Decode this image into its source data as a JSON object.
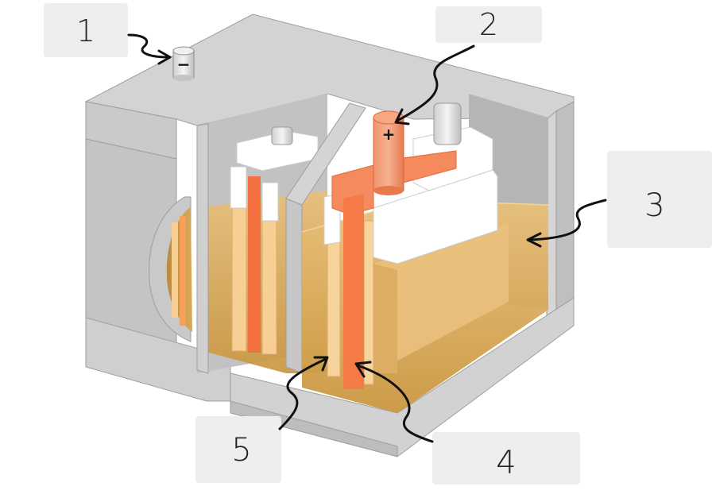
{
  "labels": [
    {
      "id": "1",
      "text": "1"
    },
    {
      "id": "2",
      "text": "2"
    },
    {
      "id": "3",
      "text": "3"
    },
    {
      "id": "4",
      "text": "4"
    },
    {
      "id": "5",
      "text": "5"
    }
  ],
  "terminals": {
    "negative": "−",
    "positive": "+"
  },
  "colors": {
    "label_box": "#eeeeee",
    "casing": "#d8d8d8",
    "casing_dark": "#b9b9b9",
    "electrolyte": "#e6b463",
    "plate_orange": "#f57a4a",
    "plate_light": "#f7c98d",
    "separator_white": "#ffffff",
    "arrow": "#111111"
  }
}
